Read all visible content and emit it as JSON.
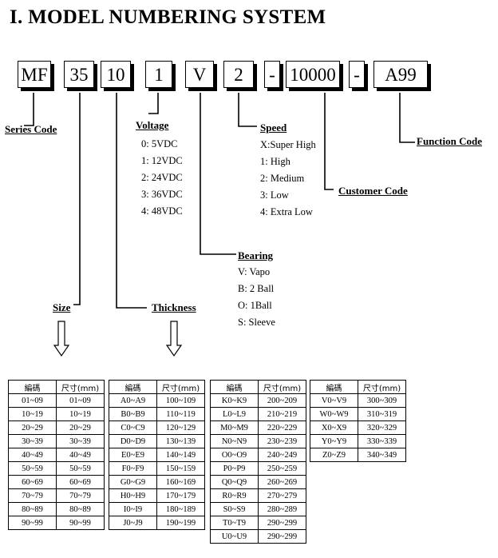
{
  "title": "I.    MODEL NUMBERING SYSTEM",
  "model_boxes": [
    "MF",
    "35",
    "10",
    "1",
    "V",
    "2",
    "-",
    "10000",
    "-",
    "A99"
  ],
  "fields": {
    "series": {
      "label": "Series Code"
    },
    "voltage": {
      "label": "Voltage",
      "options": [
        "0: 5VDC",
        "1: 12VDC",
        "2: 24VDC",
        "3: 36VDC",
        "4: 48VDC"
      ]
    },
    "speed": {
      "label": "Speed",
      "options": [
        "X:Super High",
        "1: High",
        "2: Medium",
        "3: Low",
        "4: Extra Low"
      ]
    },
    "function": {
      "label": "Function Code"
    },
    "customer": {
      "label": "Customer Code"
    },
    "bearing": {
      "label": "Bearing",
      "options": [
        "V: Vapo",
        "B: 2 Ball",
        "O: 1Ball",
        "S: Sleeve"
      ]
    },
    "size": {
      "label": "Size"
    },
    "thickness": {
      "label": "Thickness"
    }
  },
  "table": {
    "headers": [
      "編碼",
      "尺寸(mm)"
    ],
    "groups": [
      [
        [
          "01~09",
          "01~09"
        ],
        [
          "10~19",
          "10~19"
        ],
        [
          "20~29",
          "20~29"
        ],
        [
          "30~39",
          "30~39"
        ],
        [
          "40~49",
          "40~49"
        ],
        [
          "50~59",
          "50~59"
        ],
        [
          "60~69",
          "60~69"
        ],
        [
          "70~79",
          "70~79"
        ],
        [
          "80~89",
          "80~89"
        ],
        [
          "90~99",
          "90~99"
        ]
      ],
      [
        [
          "A0~A9",
          "100~109"
        ],
        [
          "B0~B9",
          "110~119"
        ],
        [
          "C0~C9",
          "120~129"
        ],
        [
          "D0~D9",
          "130~139"
        ],
        [
          "E0~E9",
          "140~149"
        ],
        [
          "F0~F9",
          "150~159"
        ],
        [
          "G0~G9",
          "160~169"
        ],
        [
          "H0~H9",
          "170~179"
        ],
        [
          "I0~I9",
          "180~189"
        ],
        [
          "J0~J9",
          "190~199"
        ]
      ],
      [
        [
          "K0~K9",
          "200~209"
        ],
        [
          "L0~L9",
          "210~219"
        ],
        [
          "M0~M9",
          "220~229"
        ],
        [
          "N0~N9",
          "230~239"
        ],
        [
          "O0~O9",
          "240~249"
        ],
        [
          "P0~P9",
          "250~259"
        ],
        [
          "Q0~Q9",
          "260~269"
        ],
        [
          "R0~R9",
          "270~279"
        ],
        [
          "S0~S9",
          "280~289"
        ],
        [
          "T0~T9",
          "290~299"
        ],
        [
          "U0~U9",
          "290~299"
        ]
      ],
      [
        [
          "V0~V9",
          "300~309"
        ],
        [
          "W0~W9",
          "310~319"
        ],
        [
          "X0~X9",
          "320~329"
        ],
        [
          "Y0~Y9",
          "330~339"
        ],
        [
          "Z0~Z9",
          "340~349"
        ]
      ]
    ]
  }
}
